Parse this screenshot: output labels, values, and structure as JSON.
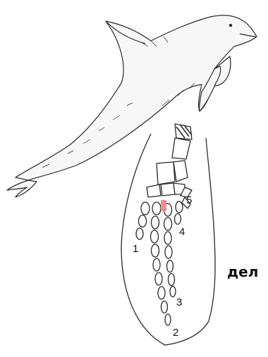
{
  "colors": {
    "ink": "#2a2a2a",
    "body_fill": "#f6f6f6",
    "highlight": "#e8908f"
  },
  "figure": {
    "dolphin": {
      "icon": "dolphin-outline"
    },
    "flipper": {
      "icon": "flipper-skeleton"
    },
    "digit_labels": [
      "1",
      "2",
      "3",
      "4",
      "5"
    ],
    "caption": "дел"
  }
}
